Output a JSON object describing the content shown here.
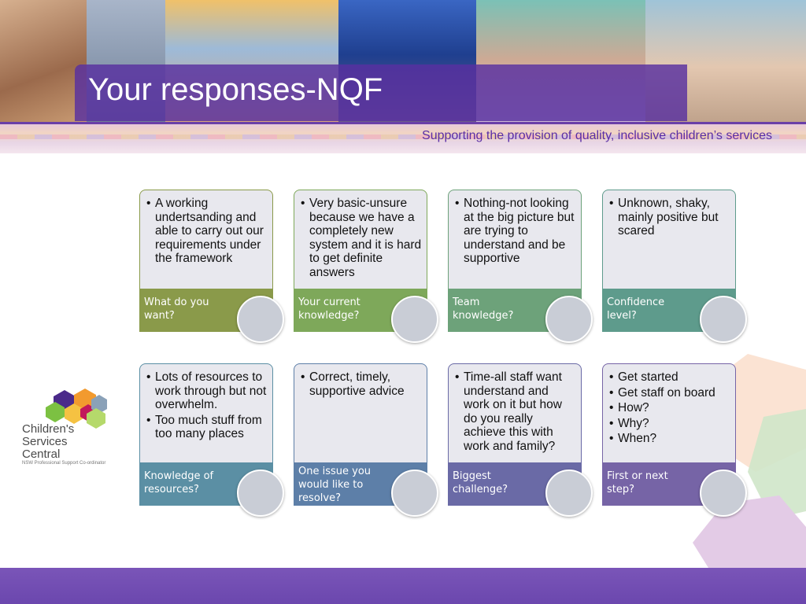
{
  "header": {
    "title": "Your responses-NQF",
    "subtitle": "Supporting the provision of quality, inclusive children’s services"
  },
  "logo": {
    "lines": [
      "Children's",
      "Services",
      "Central"
    ],
    "tagline": "NSW Professional Support Co-ordinator"
  },
  "cards": [
    {
      "bullets": [
        "A working undertsanding and able to carry out our requirements under the framework"
      ],
      "label": "What do you want?",
      "accent": "#8a9a4a"
    },
    {
      "bullets": [
        "Very basic-unsure because we have a completely new system and it is hard to get definite answers"
      ],
      "label": "Your current knowledge?",
      "accent": "#7ea85a"
    },
    {
      "bullets": [
        "Nothing-not looking at the big picture but are trying to understand and be supportive"
      ],
      "label": "Team knowledge?",
      "accent": "#6da27a"
    },
    {
      "bullets": [
        "Unknown, shaky, mainly positive but scared"
      ],
      "label": "Confidence level?",
      "accent": "#5e9b8c"
    },
    {
      "bullets": [
        "Lots of resources to work through but not overwhelm.",
        "Too much stuff from too many places"
      ],
      "label": "Knowledge of resources?",
      "accent": "#5b8fa4"
    },
    {
      "bullets": [
        "Correct, timely, supportive advice"
      ],
      "label": "One issue you would like to resolve?",
      "accent": "#5d7fa8"
    },
    {
      "bullets": [
        "Time-all staff want understand and work on it but how do you really achieve this with work and family?"
      ],
      "label": "Biggest challenge?",
      "accent": "#6a6aa6"
    },
    {
      "bullets": [
        "Get started",
        "Get staff on board",
        "How?",
        "Why?",
        "When?"
      ],
      "label": "First or next step?",
      "accent": "#7664a6"
    }
  ]
}
